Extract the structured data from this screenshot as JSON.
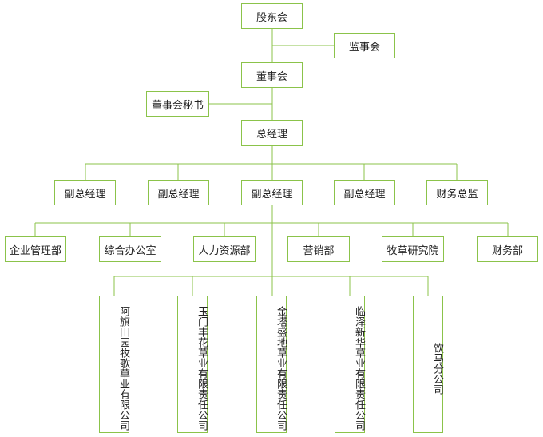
{
  "accent_color": "#8bc34a",
  "nodes": {
    "shareholders": "股东会",
    "supervisory_board": "监事会",
    "board": "董事会",
    "board_secretary": "董事会秘书",
    "general_manager": "总经理",
    "deputy_gm_1": "副总经理",
    "deputy_gm_2": "副总经理",
    "deputy_gm_3": "副总经理",
    "deputy_gm_4": "副总经理",
    "cfo": "财务总监",
    "dept_enterprise": "企业管理部",
    "dept_office": "综合办公室",
    "dept_hr": "人力资源部",
    "dept_marketing": "营销部",
    "dept_research": "牧草研究院",
    "dept_finance": "财务部",
    "sub_aqi": "阿旗田园牧歌草业有限公司",
    "sub_yumen": "玉门丰花草业有限责任公司",
    "sub_jinta": "金塔盛地草业有限责任公司",
    "sub_linze": "临泽新华草业有限责任公司",
    "sub_yinma": "饮马分公司"
  }
}
